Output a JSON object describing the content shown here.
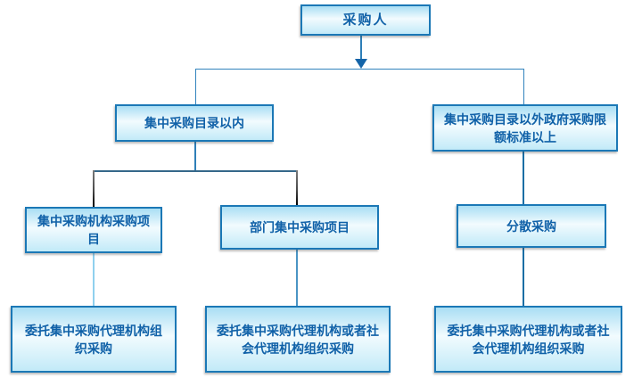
{
  "diagram": {
    "type": "flowchart",
    "language": "zh-CN",
    "topic": "Government procurement decision flow",
    "nodes": {
      "purchaser": {
        "label": "采购人"
      },
      "within_catalog": {
        "label": "集中采购目录以内"
      },
      "outside_catalog": {
        "label": "集中采购目录以外政府采购限额标准以上"
      },
      "central_agency_project": {
        "label": "集中采购机构采购项目"
      },
      "dept_central_project": {
        "label": "部门集中采购项目"
      },
      "decentralized": {
        "label": "分散采购"
      },
      "entrust_central_agency": {
        "label": "委托集中采购代理机构组织采购"
      },
      "entrust_central_or_social_mid": {
        "label": "委托集中采购代理机构或者社会代理机构组织采购"
      },
      "entrust_central_or_social_right": {
        "label": "委托集中采购代理机构或者社会代理机构组织采购"
      }
    },
    "colors": {
      "box_border": "#1b78b6",
      "box_text": "#1061a8",
      "box_fill_top": "#a9def4",
      "box_fill_bottom": "#c2eaf8",
      "connector_blue": "#2e7fb8",
      "connector_dark": "#000000",
      "connector_light_blue": "#8fd0ee",
      "connector_navy": "#1b6ea5",
      "arrow": "#1464a8"
    }
  }
}
